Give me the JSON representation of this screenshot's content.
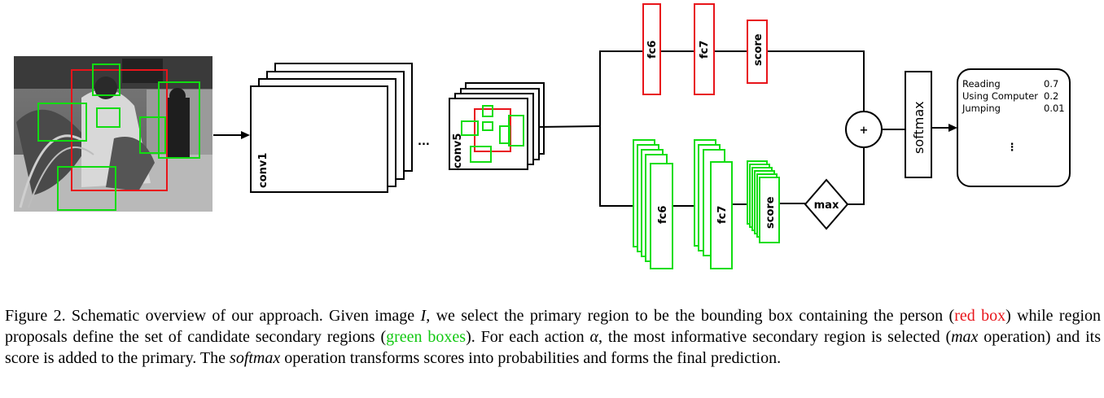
{
  "diagram": {
    "labels": {
      "conv1": "conv1",
      "ellipsis": "...",
      "conv5": "conv5",
      "fc6_primary": "fc6",
      "fc7_primary": "fc7",
      "score_primary": "score",
      "fc6_secondary": "fc6",
      "fc7_secondary": "fc7",
      "score_secondary": "score",
      "max": "max",
      "plus": "+",
      "softmax": "softmax",
      "vertical_ellipsis": "⋮"
    },
    "output": {
      "rows": [
        {
          "action": "Reading",
          "prob": "0.7"
        },
        {
          "action": "Using Computer",
          "prob": "0.2"
        },
        {
          "action": "Jumping",
          "prob": "0.01"
        }
      ]
    },
    "colors": {
      "primary": "#e8141a",
      "secondary": "#11dd11",
      "line": "#000000"
    }
  },
  "caption": {
    "prefix": "Figure 2. Schematic overview of our approach. Given image ",
    "image_symbol": "I",
    "text1": ", we select the primary region to be the bounding box containing the person (",
    "red_box": "red box",
    "text2": ") while region proposals define the set of candidate secondary regions (",
    "green_boxes": "green boxes",
    "text3": "). For each action ",
    "alpha": "α",
    "text4": ", the most informative secondary region is selected (",
    "max_word": "max",
    "text5": " operation) and its score is added to the primary. The ",
    "softmax_word": "softmax",
    "text6": " operation transforms scores into probabilities and forms the final prediction."
  }
}
